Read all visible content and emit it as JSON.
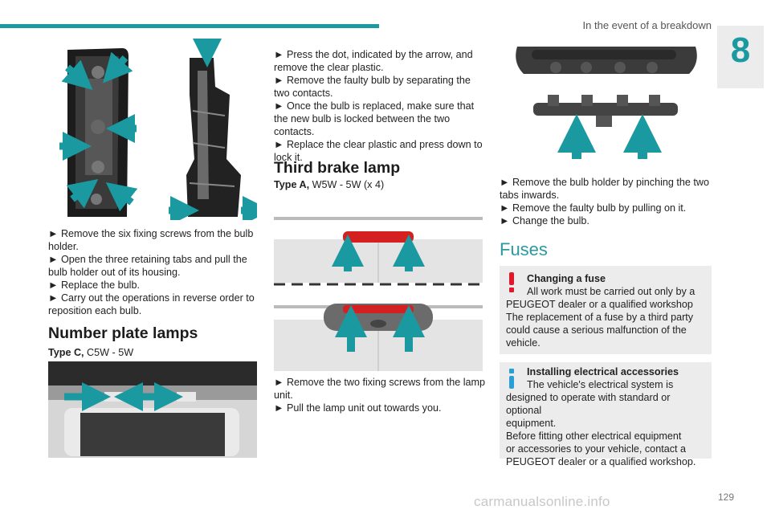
{
  "header": {
    "title": "In the event of a breakdown",
    "chapter": "8"
  },
  "col1": {
    "steps": [
      "► Remove the six fixing screws from the bulb holder.",
      "► Open the three retaining tabs and pull the bulb holder out of its housing.",
      "► Replace the bulb.",
      "► Carry out the operations in reverse order to reposition each bulb."
    ],
    "section_title": "Number plate lamps",
    "type_label": "Type C,",
    "type_value": " C5W - 5W"
  },
  "col2": {
    "steps": [
      "► Press the dot, indicated by the arrow, and remove the clear plastic.",
      "► Remove the faulty bulb by separating the two contacts.",
      "► Once the bulb is replaced, make sure that the new bulb is locked between the two contacts.",
      "► Replace the clear plastic and press down to lock it."
    ],
    "section_title": "Third brake lamp",
    "type_label": "Type A,",
    "type_value": " W5W - 5W (x 4)",
    "steps2": [
      "► Remove the two fixing screws from the lamp unit.",
      "► Pull the lamp unit out towards you."
    ]
  },
  "col3": {
    "steps": [
      "► Remove the bulb holder by pinching the two tabs inwards.",
      "► Remove the faulty bulb by pulling on it.",
      "► Change the bulb."
    ],
    "section_title": "Fuses",
    "warning": {
      "title": "Changing a fuse",
      "lines": [
        "All work must be carried out only by a",
        "PEUGEOT dealer or a qualified workshop",
        "The replacement of a fuse by a third party",
        "could cause a serious malfunction of the",
        "vehicle."
      ]
    },
    "info": {
      "title": "Installing electrical accessories",
      "lines": [
        "The vehicle's electrical system is",
        "designed to operate with standard or optional",
        "equipment.",
        "Before fitting other electrical equipment",
        "or accessories to your vehicle, contact a",
        "PEUGEOT dealer or a qualified workshop."
      ]
    }
  },
  "footer": {
    "page": "129",
    "watermark": "carmanualsonline.info"
  },
  "colors": {
    "accent": "#1a9aa0",
    "warning": "#e0182b",
    "info": "#2a9fd6",
    "brake_red": "#d42020"
  }
}
